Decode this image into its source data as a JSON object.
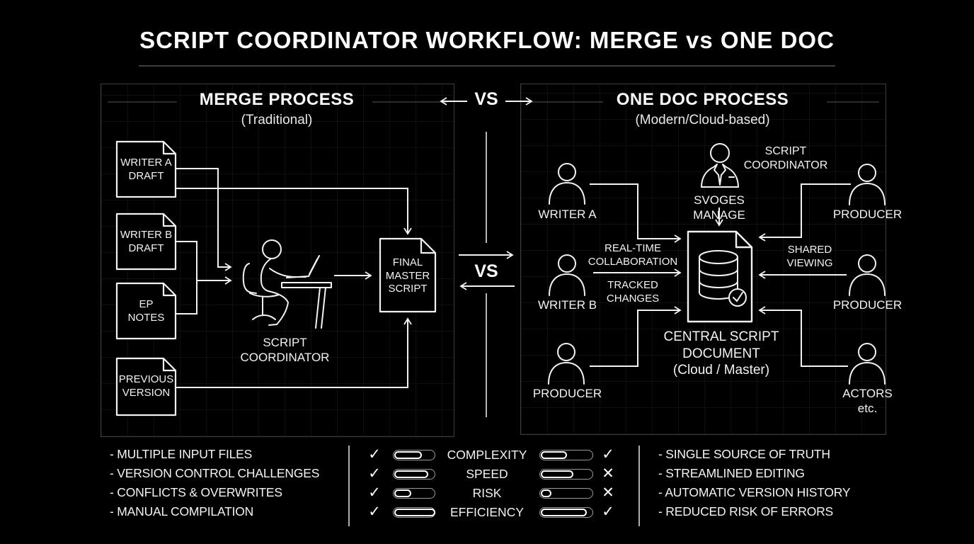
{
  "colors": {
    "background": "#000000",
    "ink": "#f2f2f2",
    "muted": "#8a8a8a",
    "grid": "#1c1c1c"
  },
  "title": "SCRIPT COORDINATOR WORKFLOW: MERGE vs ONE DOC",
  "vs_top": "VS",
  "vs_mid": "VS",
  "merge_panel": {
    "title": "MERGE PROCESS",
    "subtitle": "(Traditional)",
    "docs": [
      {
        "label": "WRITER A\nDRAFT"
      },
      {
        "label": "WRITER B\nDRAFT"
      },
      {
        "label": "EP\nNOTES"
      },
      {
        "label": "PREVIOUS\nVERSION"
      }
    ],
    "coordinator_label": "SCRIPT\nCOORDINATOR",
    "final_doc_label": "FINAL\nMASTER\nSCRIPT"
  },
  "onedoc_panel": {
    "title": "ONE DOC PROCESS",
    "subtitle": "(Modern/Cloud-based)",
    "coordinator_label": "SCRIPT\nCOORDINATOR",
    "manage_label": "SVOGES MANAGE",
    "left_people": [
      {
        "label": "WRITER A"
      },
      {
        "label": "WRITER B"
      },
      {
        "label": "PRODUCER"
      }
    ],
    "right_people": [
      {
        "label": "PRODUCER"
      },
      {
        "label": "PRODUCER"
      },
      {
        "label": "ACTORS\netc."
      }
    ],
    "realtime_label": "REAL-TIME\nCOLLABORATION",
    "tracked_label": "TRACKED\nCHANGES",
    "shared_label": "SHARED\nVIEWING",
    "central_doc_label": "CENTRAL SCRIPT\nDOCUMENT\n(Cloud / Master)"
  },
  "footer": {
    "merge_points": [
      "- MULTIPLE INPUT FILES",
      "- VERSION CONTROL CHALLENGES",
      "- CONFLICTS & OVERWRITES",
      "- MANUAL COMPILATION"
    ],
    "onedoc_points": [
      "- SINGLE SOURCE OF TRUTH",
      "- STREAMLINED EDITING",
      "- AUTOMATIC VERSION HISTORY",
      "- REDUCED RISK OF ERRORS"
    ],
    "metrics": [
      {
        "label": "COMPLEXITY",
        "merge_mark": "✓",
        "merge_level": 0.68,
        "onedoc_level": 0.5,
        "onedoc_mark": "✓"
      },
      {
        "label": "SPEED",
        "merge_mark": "✓",
        "merge_level": 0.82,
        "onedoc_level": 0.62,
        "onedoc_mark": "✕"
      },
      {
        "label": "RISK",
        "merge_mark": "✓",
        "merge_level": 0.42,
        "onedoc_level": 0.2,
        "onedoc_mark": "✕"
      },
      {
        "label": "EFFICIENCY",
        "merge_mark": "✓",
        "merge_level": 1.0,
        "onedoc_level": 0.88,
        "onedoc_mark": "✓"
      }
    ]
  }
}
